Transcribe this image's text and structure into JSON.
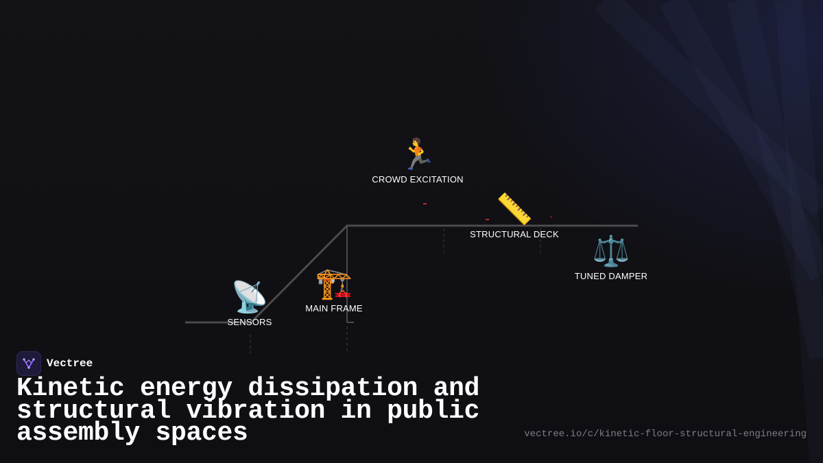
{
  "brand": {
    "name": "Vectree",
    "logo_icon": "vectree-logo-icon",
    "accent": "#8b5cf6"
  },
  "title": "Kinetic energy dissipation and structural vibration in public assembly spaces",
  "url": "vectree.io/c/kinetic-floor-structural-engineering",
  "nodes": {
    "crowd": {
      "label": "CROWD EXCITATION",
      "icon": "🏃"
    },
    "deck": {
      "label": "STRUCTURAL DECK",
      "icon": "📏"
    },
    "damper": {
      "label": "TUNED DAMPER",
      "icon": "⚖️"
    },
    "frame": {
      "label": "MAIN FRAME",
      "icon": "🏗️"
    },
    "sensors": {
      "label": "SENSORS",
      "icon": "📡"
    }
  },
  "colors": {
    "background": "#101014",
    "line": "#4a4a4f",
    "text": "#ffffff",
    "url": "#7d7d86"
  }
}
